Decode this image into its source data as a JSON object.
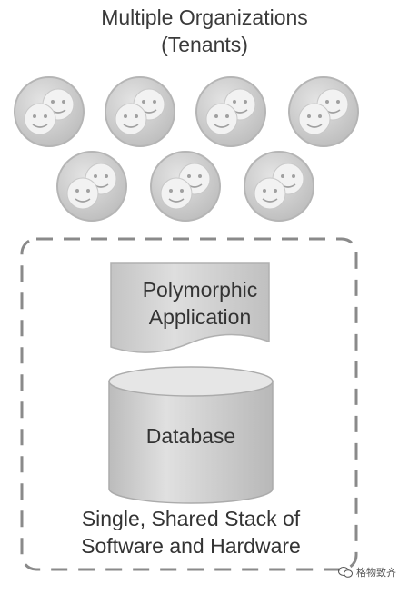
{
  "title": {
    "line1": "Multiple Organizations",
    "line2": "(Tenants)"
  },
  "tenants": [
    {
      "row": 1,
      "icon": "tenant-faces-icon"
    },
    {
      "row": 1,
      "icon": "tenant-faces-icon"
    },
    {
      "row": 1,
      "icon": "tenant-faces-icon"
    },
    {
      "row": 1,
      "icon": "tenant-faces-icon"
    },
    {
      "row": 2,
      "icon": "tenant-faces-icon"
    },
    {
      "row": 2,
      "icon": "tenant-faces-icon"
    },
    {
      "row": 2,
      "icon": "tenant-faces-icon"
    }
  ],
  "application": {
    "line1": "Polymorphic",
    "line2": "Application"
  },
  "database": {
    "label": "Database"
  },
  "stack": {
    "line1": "Single, Shared Stack of",
    "line2": "Software and Hardware"
  },
  "watermark": {
    "text": "格物致齐"
  },
  "colors": {
    "circle_fill": "#cfcfcf",
    "circle_stroke": "#b5b5b5",
    "face_fill": "#f2f2f2",
    "shape_fill": "#d6d6d6",
    "dash_stroke": "#8a8a8a"
  }
}
